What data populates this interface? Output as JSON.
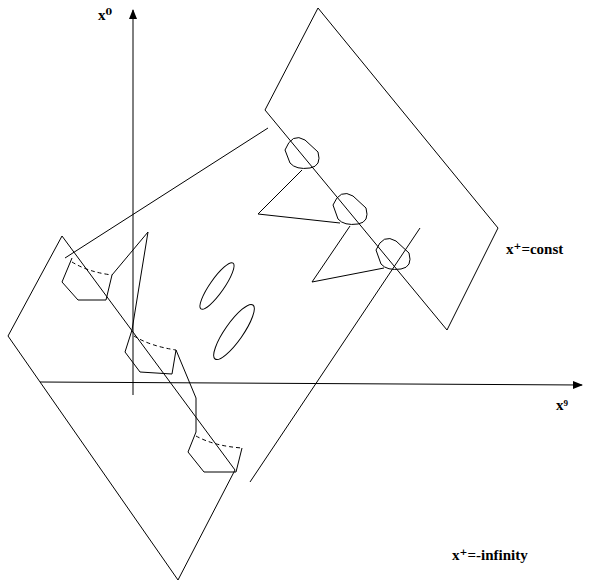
{
  "diagram": {
    "labels": [
      "x⁰",
      "x⁹",
      "x⁺=const",
      "x⁺=-infinity"
    ]
  }
}
